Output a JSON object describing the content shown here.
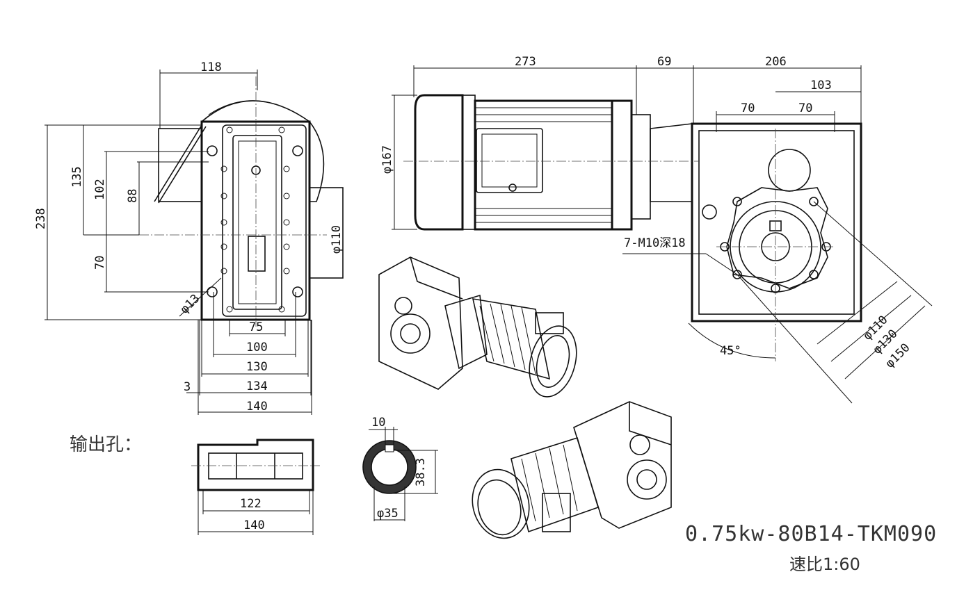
{
  "side_view": {
    "dims": {
      "width_top": "118",
      "height_total": "238",
      "h135": "135",
      "h102": "102",
      "h88": "88",
      "h70": "70",
      "flange_dia": "φ110",
      "hole_dia": "φ13",
      "w75": "75",
      "w100": "100",
      "w130": "130",
      "w134": "134",
      "w140": "140",
      "offset3": "3"
    }
  },
  "front_view": {
    "dims": {
      "motor_len": "273",
      "adapter_len": "69",
      "gearbox_len": "206",
      "half_width": "103",
      "w70a": "70",
      "w70b": "70",
      "motor_dia": "φ167",
      "thread_note": "7-M10深18",
      "angle": "45°",
      "d110": "φ110",
      "d130": "φ130",
      "d150": "φ150"
    }
  },
  "output_hole": {
    "label": "输出孔：",
    "len_inner": "122",
    "len_total": "140",
    "key_width": "10",
    "key_depth": "38.3",
    "bore_dia": "φ35"
  },
  "model": {
    "name": "0.75kw-80B14-TKM090",
    "ratio": "速比1:60"
  }
}
